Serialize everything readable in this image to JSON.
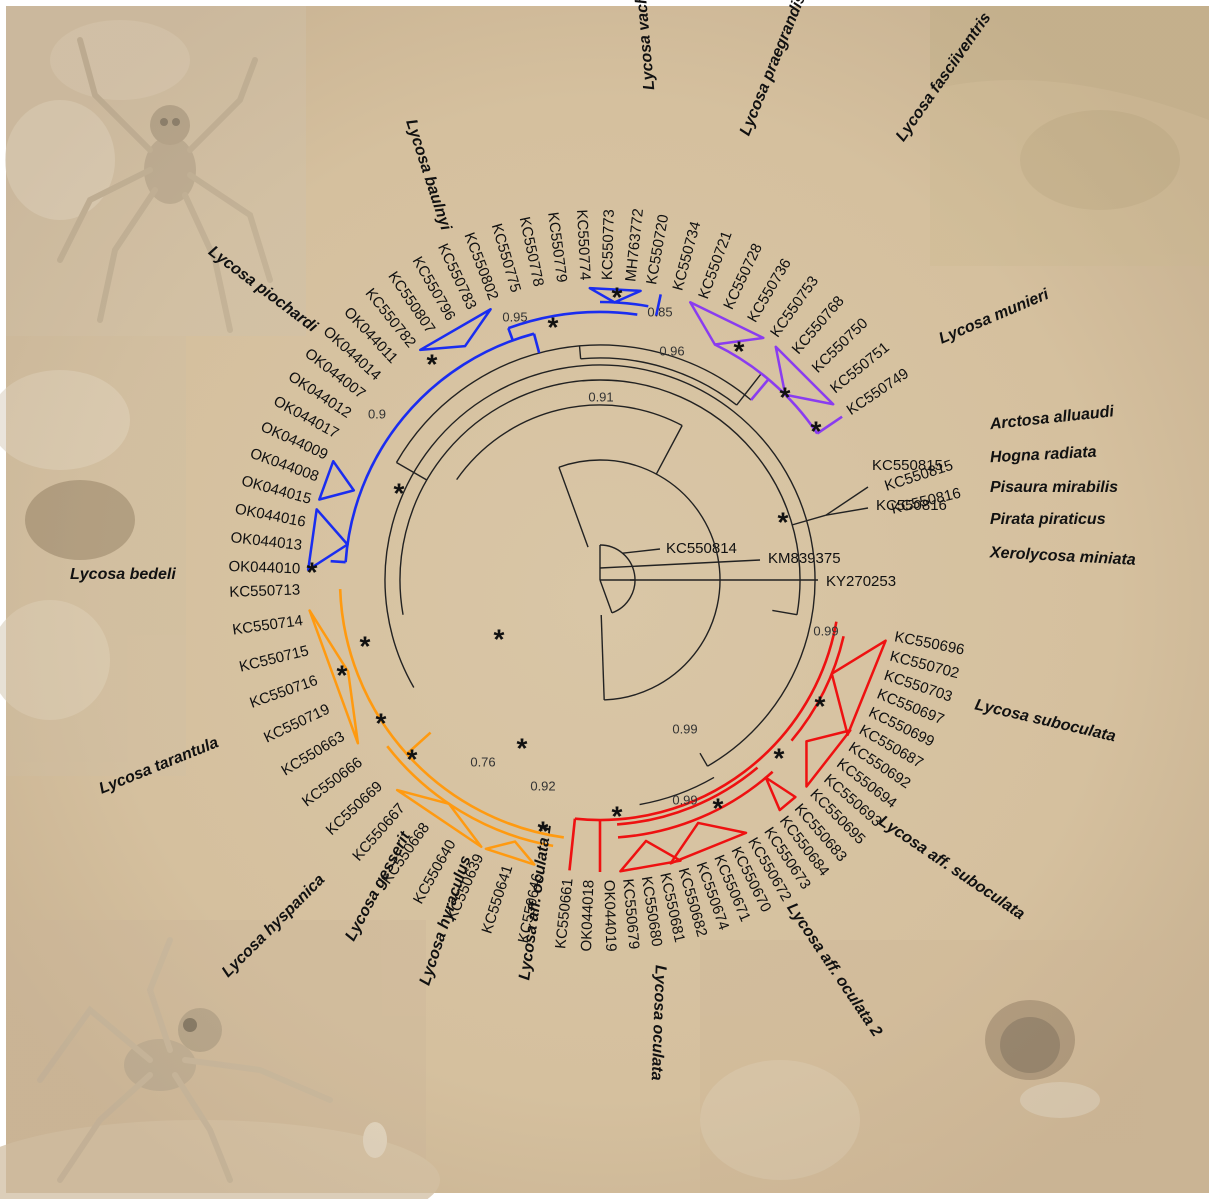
{
  "colors": {
    "background": "#d8c4a4",
    "black": "#222222",
    "blue": "#1a2df0",
    "purple": "#8a3cf0",
    "orange": "#ff9a10",
    "red": "#ee1111"
  },
  "photos": [
    "wolf-spider-photo-top-left",
    "rocky-ground-photo-left",
    "wolf-spider-photo-bottom-left",
    "burrow-photo-bottom-right",
    "sandy-slope-photo-top-right"
  ],
  "support_symbol": "*",
  "tips": [
    {
      "label": "OK044010",
      "clade": "blue"
    },
    {
      "label": "OK044013",
      "clade": "blue"
    },
    {
      "label": "OK044016",
      "clade": "blue"
    },
    {
      "label": "OK044015",
      "clade": "blue"
    },
    {
      "label": "OK044008",
      "clade": "blue"
    },
    {
      "label": "OK044009",
      "clade": "blue"
    },
    {
      "label": "OK044017",
      "clade": "blue"
    },
    {
      "label": "OK044012",
      "clade": "blue"
    },
    {
      "label": "OK044007",
      "clade": "blue"
    },
    {
      "label": "OK044014",
      "clade": "blue"
    },
    {
      "label": "OK044011",
      "clade": "blue"
    },
    {
      "label": "KC550782",
      "clade": "blue"
    },
    {
      "label": "KC550807",
      "clade": "blue"
    },
    {
      "label": "KC550796",
      "clade": "blue"
    },
    {
      "label": "KC550783",
      "clade": "blue"
    },
    {
      "label": "KC550802",
      "clade": "blue"
    },
    {
      "label": "KC550775",
      "clade": "blue"
    },
    {
      "label": "KC550778",
      "clade": "blue"
    },
    {
      "label": "KC550779",
      "clade": "blue"
    },
    {
      "label": "KC550774",
      "clade": "blue"
    },
    {
      "label": "KC550773",
      "clade": "blue"
    },
    {
      "label": "MH763772",
      "clade": "blue"
    },
    {
      "label": "KC550720",
      "clade": "purple"
    },
    {
      "label": "KC550734",
      "clade": "purple"
    },
    {
      "label": "KC550721",
      "clade": "purple"
    },
    {
      "label": "KC550728",
      "clade": "purple"
    },
    {
      "label": "KC550736",
      "clade": "purple"
    },
    {
      "label": "KC550753",
      "clade": "purple"
    },
    {
      "label": "KC550768",
      "clade": "purple"
    },
    {
      "label": "KC550750",
      "clade": "purple"
    },
    {
      "label": "KC550751",
      "clade": "purple"
    },
    {
      "label": "KC550749",
      "clade": "purple"
    },
    {
      "label": "KC550815",
      "clade": "black"
    },
    {
      "label": "KC550816",
      "clade": "black"
    },
    {
      "label": "KC550814",
      "clade": "black"
    },
    {
      "label": "KM839375",
      "clade": "black"
    },
    {
      "label": "KY270253",
      "clade": "black"
    },
    {
      "label": "KC550696",
      "clade": "red"
    },
    {
      "label": "KC550702",
      "clade": "red"
    },
    {
      "label": "KC550703",
      "clade": "red"
    },
    {
      "label": "KC550697",
      "clade": "red"
    },
    {
      "label": "KC550699",
      "clade": "red"
    },
    {
      "label": "KC550687",
      "clade": "red"
    },
    {
      "label": "KC550692",
      "clade": "red"
    },
    {
      "label": "KC550694",
      "clade": "red"
    },
    {
      "label": "KC550693",
      "clade": "red"
    },
    {
      "label": "KC550695",
      "clade": "red"
    },
    {
      "label": "KC550683",
      "clade": "red"
    },
    {
      "label": "KC550684",
      "clade": "red"
    },
    {
      "label": "KC550673",
      "clade": "red"
    },
    {
      "label": "KC550672",
      "clade": "red"
    },
    {
      "label": "KC550670",
      "clade": "red"
    },
    {
      "label": "KC550671",
      "clade": "red"
    },
    {
      "label": "KC550674",
      "clade": "red"
    },
    {
      "label": "KC550682",
      "clade": "red"
    },
    {
      "label": "KC550681",
      "clade": "red"
    },
    {
      "label": "KC550680",
      "clade": "red"
    },
    {
      "label": "KC550679",
      "clade": "red"
    },
    {
      "label": "OK044019",
      "clade": "red"
    },
    {
      "label": "OK044018",
      "clade": "red"
    },
    {
      "label": "KC550661",
      "clade": "orange"
    },
    {
      "label": "KC550646",
      "clade": "orange"
    },
    {
      "label": "KC550641",
      "clade": "orange"
    },
    {
      "label": "KC550639",
      "clade": "orange"
    },
    {
      "label": "KC550640",
      "clade": "orange"
    },
    {
      "label": "KC550668",
      "clade": "orange"
    },
    {
      "label": "KC550667",
      "clade": "orange"
    },
    {
      "label": "KC550669",
      "clade": "orange"
    },
    {
      "label": "KC550666",
      "clade": "orange"
    },
    {
      "label": "KC550663",
      "clade": "orange"
    },
    {
      "label": "KC550719",
      "clade": "orange"
    },
    {
      "label": "KC550716",
      "clade": "orange"
    },
    {
      "label": "KC550715",
      "clade": "orange"
    },
    {
      "label": "KC550714",
      "clade": "orange"
    },
    {
      "label": "KC550713",
      "clade": "orange"
    }
  ],
  "species_labels": [
    "Lycosa piochardi",
    "Lycosa baulnyi",
    "Lycosa vachoni",
    "Lycosa praegrandis",
    "Lycosa fasciiventris",
    "Lycosa munieri",
    "Arctosa alluaudi",
    "Hogna radiata",
    "Pisaura mirabilis",
    "Pirata piraticus",
    "Xerolycosa miniata",
    "Lycosa suboculata",
    "Lycosa aff. suboculata",
    "Lycosa aff. oculata 2",
    "Lycosa oculata",
    "Lycosa aff. oculata 1",
    "Lycosa hyraculus",
    "Lycosa gesserit",
    "Lycosa hyspanica",
    "Lycosa tarantula",
    "Lycosa bedeli"
  ],
  "support_values": [
    "0.9",
    "0.95",
    "0.85",
    "0.96",
    "0.91",
    "0.99",
    "0.99",
    "0.76",
    "0.92",
    "0.99"
  ]
}
